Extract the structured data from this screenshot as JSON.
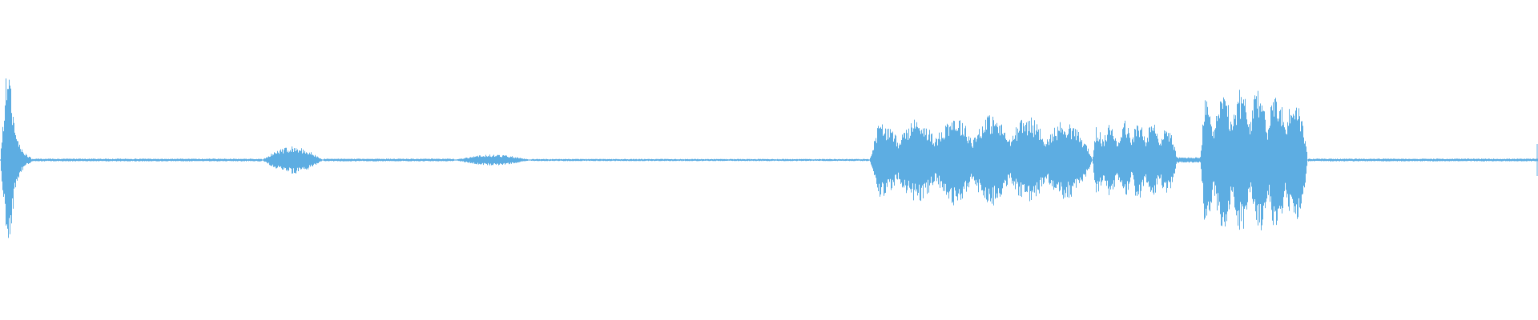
{
  "waveform": {
    "color": "#5dade2",
    "background": "#ffffff",
    "duration_fraction_markers": [
      0,
      1
    ],
    "segments": [
      {
        "start": 0.0,
        "end": 0.02,
        "amplitude": 0.84,
        "shape": "spike"
      },
      {
        "start": 0.02,
        "end": 0.17,
        "amplitude": 0.01,
        "shape": "flat"
      },
      {
        "start": 0.17,
        "end": 0.21,
        "amplitude": 0.1,
        "shape": "bump"
      },
      {
        "start": 0.21,
        "end": 0.295,
        "amplitude": 0.01,
        "shape": "flat"
      },
      {
        "start": 0.295,
        "end": 0.345,
        "amplitude": 0.04,
        "shape": "bump"
      },
      {
        "start": 0.345,
        "end": 0.565,
        "amplitude": 0.008,
        "shape": "flat"
      },
      {
        "start": 0.565,
        "end": 0.71,
        "amplitude": 0.34,
        "shape": "speech"
      },
      {
        "start": 0.71,
        "end": 0.765,
        "amplitude": 0.3,
        "shape": "speech"
      },
      {
        "start": 0.765,
        "end": 0.78,
        "amplitude": 0.02,
        "shape": "flat"
      },
      {
        "start": 0.78,
        "end": 0.85,
        "amplitude": 0.55,
        "shape": "speech"
      },
      {
        "start": 0.85,
        "end": 1.0,
        "amplitude": 0.01,
        "shape": "flat"
      }
    ]
  }
}
